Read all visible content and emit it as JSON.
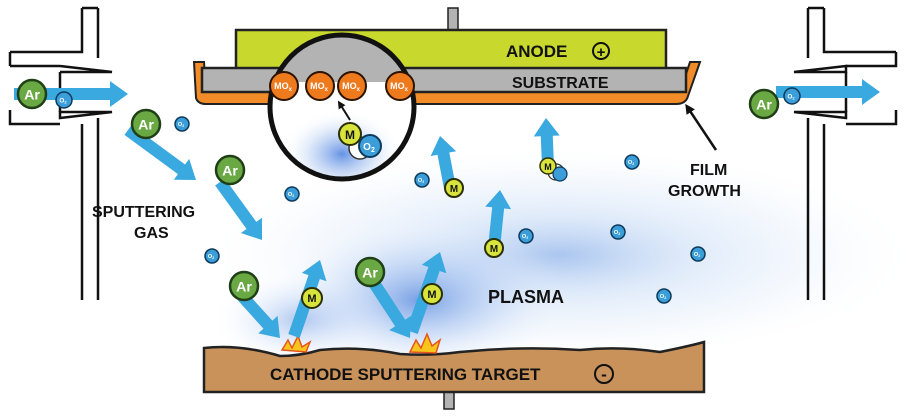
{
  "labels": {
    "anode": "ANODE",
    "anode_sign": "+",
    "substrate": "SUBSTRATE",
    "film_growth_1": "FILM",
    "film_growth_2": "GROWTH",
    "sputtering_gas_1": "SPUTTERING",
    "sputtering_gas_2": "GAS",
    "plasma": "PLASMA",
    "cathode": "CATHODE SPUTTERING TARGET",
    "cathode_sign": "-"
  },
  "species": {
    "argon": "Ar",
    "oxygen": "O",
    "oxygen_sub": "2",
    "metal": "M",
    "metal_oxide": "MO",
    "metal_oxide_sub": "x"
  },
  "colors": {
    "anode": "#c8d82c",
    "substrate": "#b3b3b3",
    "film": "#f28c28",
    "argon": "#6aa844",
    "oxygen": "#3b9ed8",
    "metal": "#d8e43c",
    "arrow": "#39a9e0",
    "cathode": "#c8925a",
    "mox": "#ee7a1e"
  }
}
